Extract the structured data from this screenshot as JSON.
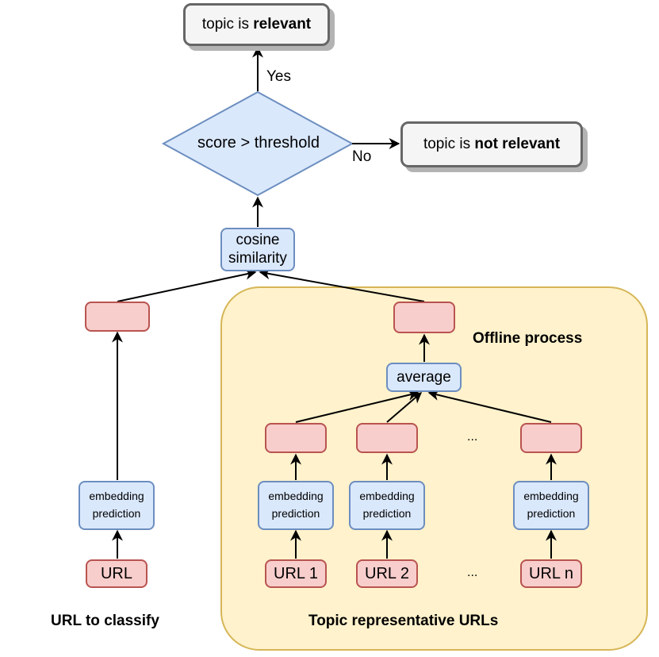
{
  "result_relevant": {
    "prefix": "topic is ",
    "emph": "relevant"
  },
  "result_not_relevant": {
    "prefix": "topic is ",
    "emph": "not relevant"
  },
  "decision": {
    "label": "score > threshold",
    "yes_label": "Yes",
    "no_label": "No"
  },
  "cosine": {
    "line1": "cosine",
    "line2": "similarity"
  },
  "average": {
    "label": "average"
  },
  "embedding": {
    "line1": "embedding",
    "line2": "prediction"
  },
  "urls": {
    "classify": "URL",
    "u1": "URL 1",
    "u2": "URL 2",
    "un": "URL n"
  },
  "ellipsis": "...",
  "captions": {
    "offline": "Offline process",
    "left": "URL to classify",
    "right": "Topic representative URLs"
  },
  "colors": {
    "pink_fill": "#f8cecc",
    "pink_stroke": "#b85450",
    "blue_fill": "#dae8fc",
    "blue_stroke": "#6c8ebf",
    "offline_fill": "#fff2cc",
    "offline_stroke": "#d6b656",
    "result_fill": "#f5f5f5",
    "result_stroke": "#666666"
  }
}
